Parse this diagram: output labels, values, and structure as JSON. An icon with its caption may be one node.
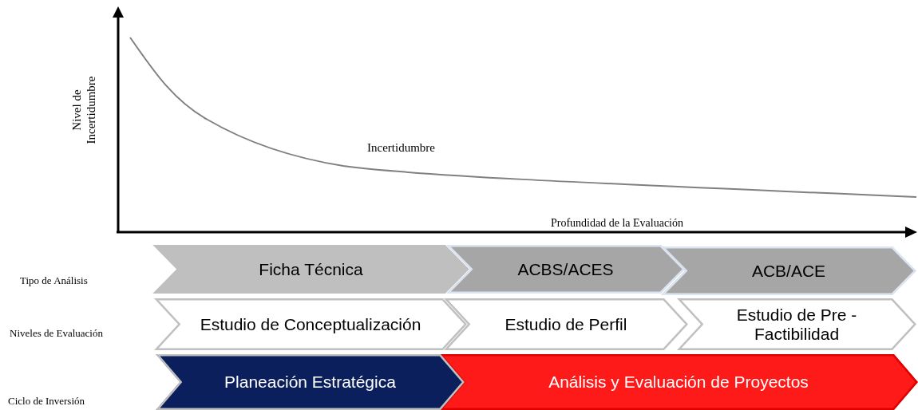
{
  "diagram": {
    "nodes": [
      {
        "text": [
          "Ficha Técnica"
        ]
      },
      {
        "text": [
          "ACBS/ACES"
        ]
      },
      {
        "text": [
          "ACB/ACE"
        ]
      },
      {
        "text": [
          "Estudio de Conceptualización"
        ]
      },
      {
        "text": [
          "Estudio de Perfil"
        ]
      },
      {
        "text": [
          "Estudio de Pre - Factibilidad"
        ]
      },
      {
        "text": [
          "Planeación Estratégica"
        ]
      },
      {
        "text": [
          "Análisis y Evaluación de Proyectos"
        ]
      }
    ],
    "labels": [
      "Nivel de Incertidumbre",
      "Incertidumbre",
      "Profundidad de la Evaluación",
      "Tipo de Análisis",
      "Niveles de Evaluación",
      "Ciclo de Inversión"
    ]
  }
}
